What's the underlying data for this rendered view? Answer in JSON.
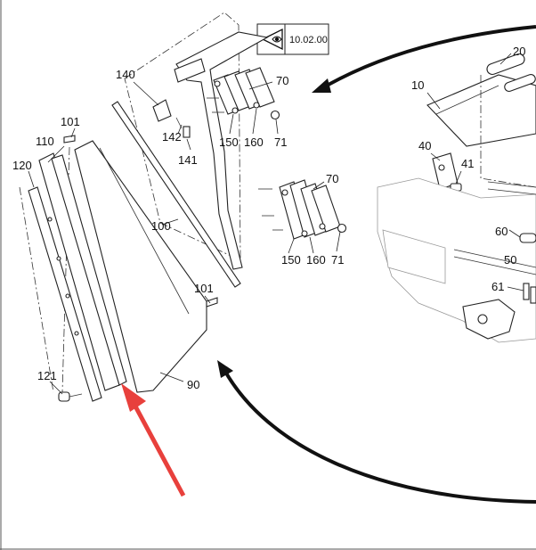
{
  "view_reference": {
    "icon": "eye-icon",
    "code": "10.02.00"
  },
  "callouts": [
    {
      "id": "c-140",
      "text": "140"
    },
    {
      "id": "c-70a",
      "text": "70"
    },
    {
      "id": "c-142",
      "text": "142"
    },
    {
      "id": "c-141",
      "text": "141"
    },
    {
      "id": "c-150a",
      "text": "150"
    },
    {
      "id": "c-160a",
      "text": "160"
    },
    {
      "id": "c-71a",
      "text": "71"
    },
    {
      "id": "c-101a",
      "text": "101"
    },
    {
      "id": "c-110",
      "text": "110"
    },
    {
      "id": "c-120",
      "text": "120"
    },
    {
      "id": "c-100",
      "text": "100"
    },
    {
      "id": "c-70b",
      "text": "70"
    },
    {
      "id": "c-150b",
      "text": "150"
    },
    {
      "id": "c-160b",
      "text": "160"
    },
    {
      "id": "c-71b",
      "text": "71"
    },
    {
      "id": "c-101b",
      "text": "101"
    },
    {
      "id": "c-121",
      "text": "121"
    },
    {
      "id": "c-90",
      "text": "90"
    },
    {
      "id": "c-20",
      "text": "20"
    },
    {
      "id": "c-10",
      "text": "10"
    },
    {
      "id": "c-40",
      "text": "40"
    },
    {
      "id": "c-41",
      "text": "41"
    },
    {
      "id": "c-60",
      "text": "60"
    },
    {
      "id": "c-50",
      "text": "50"
    },
    {
      "id": "c-61",
      "text": "61"
    }
  ],
  "highlight": {
    "color": "#e8403c",
    "points_to": "bottom end of part 110"
  },
  "colors": {
    "line": "#222222",
    "arc": "#111111",
    "highlight_arrow": "#e8403c"
  }
}
